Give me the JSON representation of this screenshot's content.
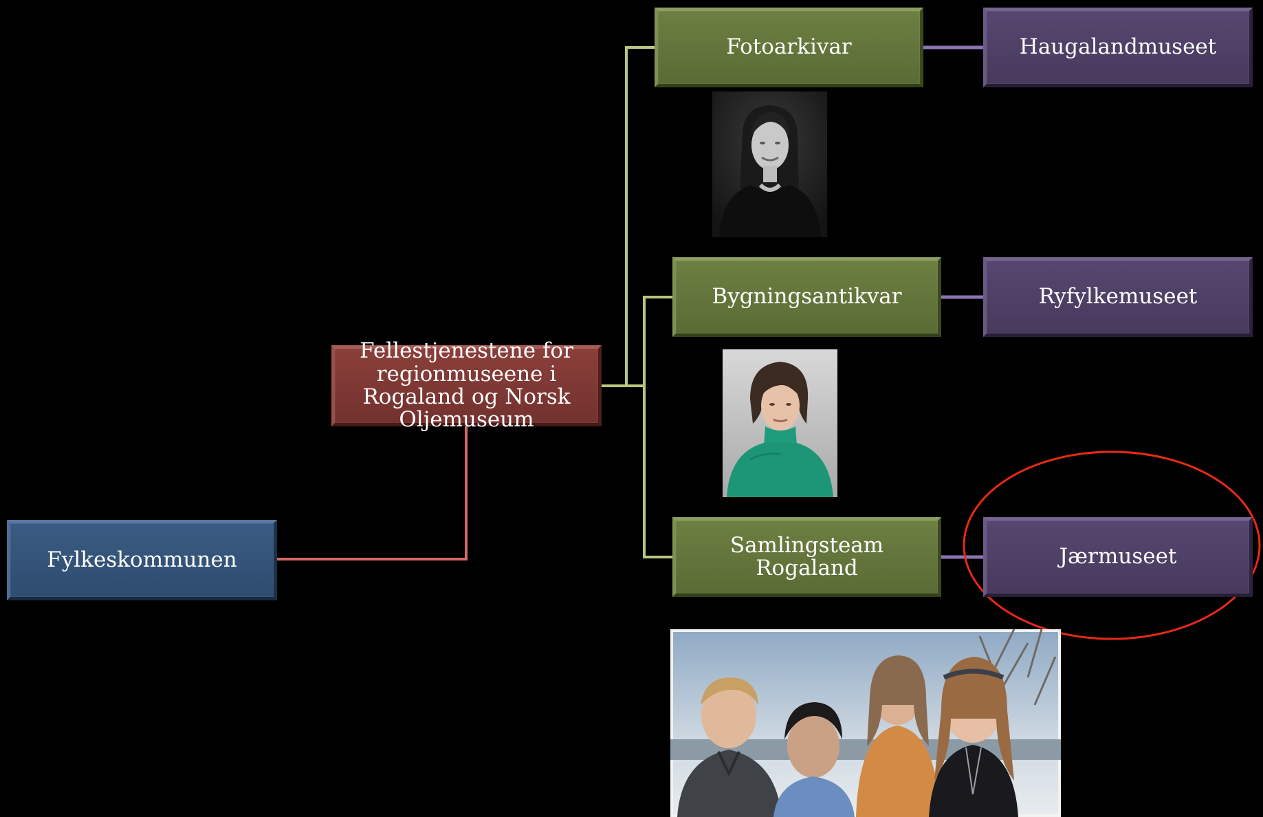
{
  "nodes": {
    "fotoarkivar": "Fotoarkivar",
    "haugalandmuseet": "Haugalandmuseet",
    "bygningsantikvar": "Bygningsantikvar",
    "ryfylkemuseet": "Ryfylkemuseet",
    "fellestjenestene": "Fellestjenestene for regionmuseene i Rogaland og Norsk Oljemuseum",
    "samlingsteam": "Samlingsteam Rogaland",
    "jaermuseet": "Jærmuseet",
    "fylkeskommunen": "Fylkeskommunen"
  },
  "colors": {
    "green_node": "#637439",
    "purple_node": "#4f4066",
    "red_node": "#7e3934",
    "blue_node": "#355377",
    "green_line": "#b9c77e",
    "purple_line": "#8c75b3",
    "red_line": "#d46a66",
    "highlight_ellipse": "#e82a14"
  },
  "photos": [
    "woman-portrait-photo",
    "woman-green-sweater-photo",
    "team-group-photo"
  ]
}
